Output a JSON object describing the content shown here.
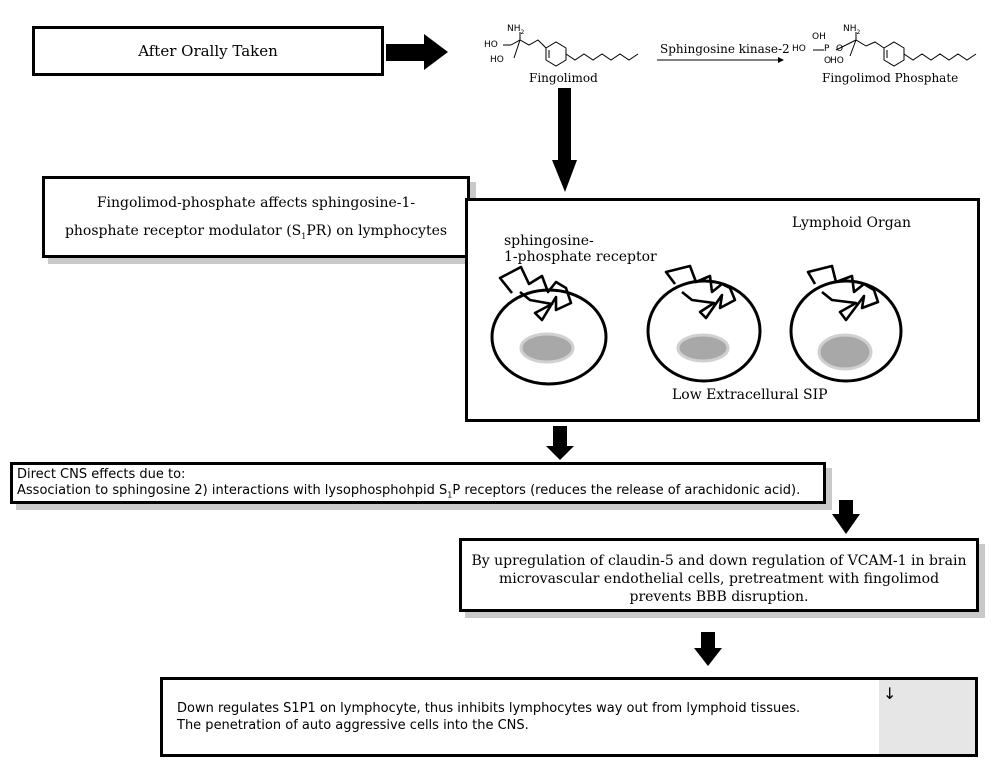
{
  "step1": {
    "text": "After Orally Taken"
  },
  "chem": {
    "left": {
      "name": "Fingolimod",
      "nh2": "NH",
      "nh2_sub": "2",
      "ho1": "HO",
      "ho2": "HO"
    },
    "reaction": "Sphingosine kinase-2",
    "right": {
      "name": "Fingolimod Phosphate",
      "oh": "OH",
      "ho_p": "HO",
      "p": "P",
      "o1": "O",
      "o2": "O",
      "nh2": "NH",
      "nh2_sub": "2",
      "ho": "HO"
    }
  },
  "step2": {
    "line1": "Fingolimod-phosphate affects sphingosine-1-",
    "line2_a": "phosphate receptor modulator (S",
    "line2_sub": "1",
    "line2_b": "PR) on lymphocytes"
  },
  "lymphoid": {
    "title": "Lymphoid Organ",
    "receptor_label_1": "sphingosine-",
    "receptor_label_2": "1-phosphate receptor",
    "bottom": "Low Extracellural SIP"
  },
  "step3": {
    "line1": "Direct CNS effects due to:",
    "line2_a": "Association to sphingosine 2) interactions with lysophosphohpid S",
    "line2_sub": "1",
    "line2_b": "P receptors (reduces the release of arachidonic acid)."
  },
  "step4": {
    "line1": "By upregulation of claudin-5 and down regulation of VCAM-1 in brain",
    "line2": "microvascular endothelial cells, pretreatment with fingolimod",
    "line3": "prevents BBB disruption."
  },
  "step5": {
    "line1": "Down regulates S1P1 on lymphocyte, thus inhibits lymphocytes way out from lymphoid tissues.",
    "line2": "The penetration of auto aggressive cells into the CNS.",
    "arrow_glyph": "↓"
  }
}
